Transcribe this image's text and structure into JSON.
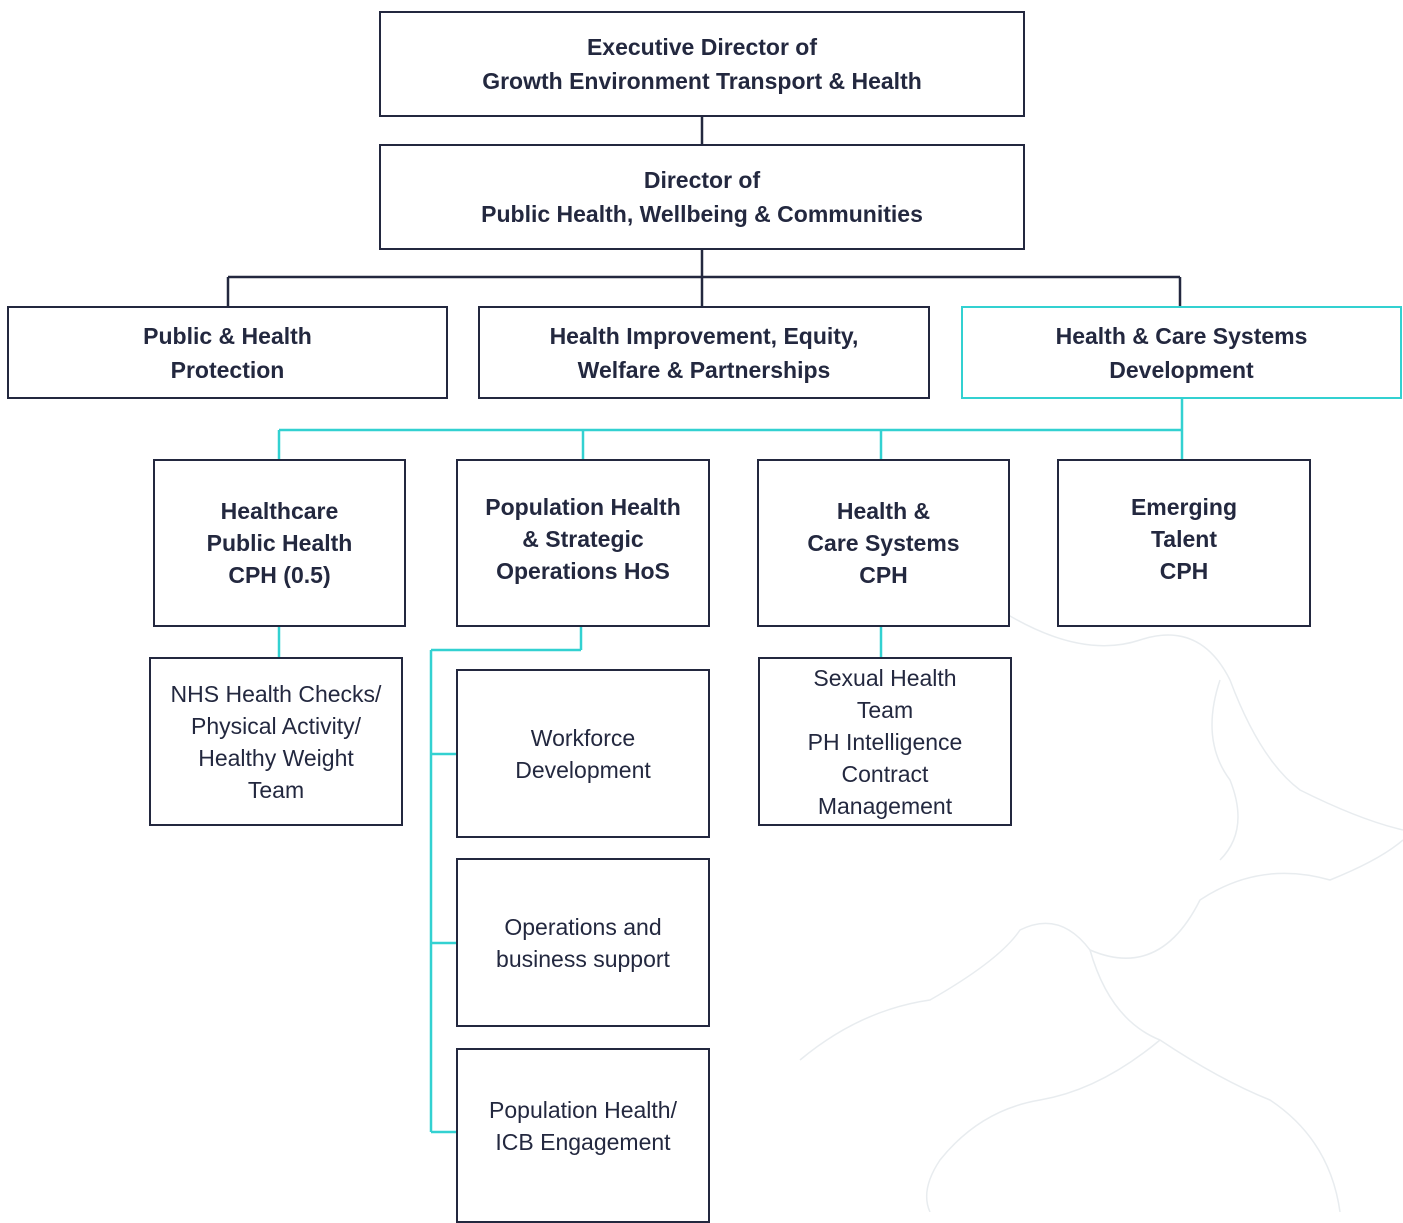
{
  "org_chart": {
    "executive": {
      "label": "Executive Director of\nGrowth Environment Transport & Health"
    },
    "director": {
      "label": "Director of\nPublic Health, Wellbeing & Communities"
    },
    "departments": [
      {
        "label": "Public & Health\nProtection"
      },
      {
        "label": "Health Improvement, Equity,\nWelfare & Partnerships"
      },
      {
        "label": "Health & Care Systems\nDevelopment",
        "highlighted": true
      }
    ],
    "roles": [
      {
        "label": "Healthcare\nPublic Health\nCPH (0.5)"
      },
      {
        "label": "Population Health\n& Strategic\nOperations HoS"
      },
      {
        "label": "Health &\nCare Systems\nCPH"
      },
      {
        "label": "Emerging\nTalent\nCPH"
      }
    ],
    "teams": {
      "healthcare": {
        "label": "NHS Health Checks/\nPhysical Activity/\nHealthy Weight\nTeam"
      },
      "care_systems": {
        "label": "Sexual Health\nTeam\nPH Intelligence\nContract\nManagement"
      },
      "population": [
        {
          "label": "Workforce\nDevelopment"
        },
        {
          "label": "Operations and\nbusiness support"
        },
        {
          "label": "Population Health/\nICB  Engagement"
        }
      ]
    }
  },
  "colors": {
    "box_border": "#23283f",
    "connector_dark": "#23283f",
    "connector_teal": "#33d1d1",
    "text": "#23283f"
  }
}
